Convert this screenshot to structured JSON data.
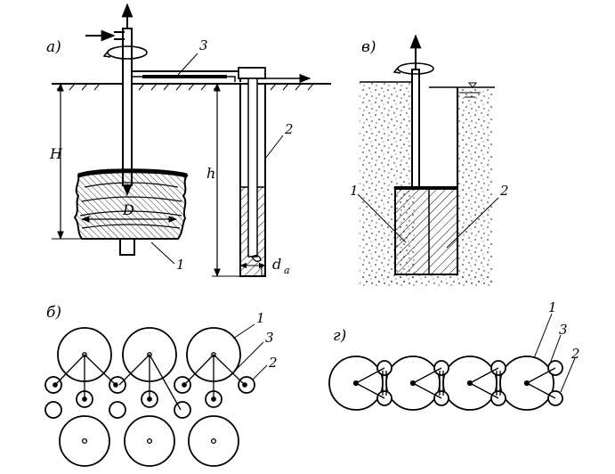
{
  "panels": {
    "a": {
      "label": "а)",
      "H": "H",
      "h": "h",
      "D": "D",
      "da": "d",
      "da_sub": "a",
      "n1": "1",
      "n2": "2",
      "n3": "3"
    },
    "v": {
      "label": "в)",
      "n1": "1",
      "n2": "2"
    },
    "b": {
      "label": "б)",
      "n1": "1",
      "n2": "2",
      "n3": "3"
    },
    "g": {
      "label": "г)",
      "n1": "1",
      "n2": "2",
      "n3": "3"
    }
  },
  "colors": {
    "ink": "#000000",
    "paper": "#ffffff"
  }
}
